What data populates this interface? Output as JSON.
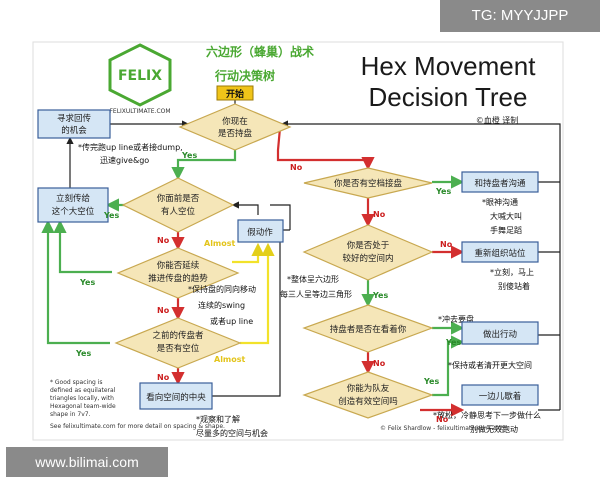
{
  "overlay": {
    "tg": "TG: MYYJJPP",
    "watermark": "www.bilimai.com"
  },
  "header": {
    "logo_text": "FELIX",
    "logo_url": "FELIXULTIMATE.COM",
    "cn_title_1": "六边形（蜂巢）战术",
    "cn_title_2": "行动决策树",
    "title_1": "Hex Movement",
    "title_2": "Decision Tree",
    "translator": "©血橙 译制"
  },
  "nodes": {
    "start": "开始",
    "d1_l1": "你现在",
    "d1_l2": "是否持盘",
    "d2_l1": "你面前是否",
    "d2_l2": "有人空位",
    "d3_l1": "你能否延续",
    "d3_l2": "推进传盘的趋势",
    "d4_l1": "之前的传盘者",
    "d4_l2": "是否有空位",
    "d5": "你是否有空档接盘",
    "d6_l1": "你是否处于",
    "d6_l2": "较好的空间内",
    "d7": "持盘者是否在看着你",
    "d8_l1": "你能为队友",
    "d8_l2": "创造有效空间吗",
    "b_find_l1": "寻求回传",
    "b_find_l2": "的机会",
    "b_throw_l1": "立刻传给",
    "b_throw_l2": "这个大空位",
    "b_fake": "假动作",
    "b_look": "看向空间的中央",
    "b_comm": "和持盘者沟通",
    "b_reset": "重新组织站位",
    "b_cut": "做出行动",
    "b_aside": "一边儿歇着"
  },
  "labels": {
    "yes": "Yes",
    "no": "No",
    "almost": "Almost"
  },
  "notes": {
    "n1_l1": "*传完跑up line或者接dump,",
    "n1_l2": "迅速give&go",
    "n2_l1": "*保持盘的同向移动",
    "n2_l2": "连续的swing",
    "n2_l3": "或者up line",
    "n3_l1": "*观察和了解",
    "n3_l2": "尽量多的空间与机会",
    "n4_l1": "*整体呈六边形",
    "n4_l2": "每三人呈等边三角形",
    "n5_l1": "*眼神沟通",
    "n5_l2": "大喊大叫",
    "n5_l3": "手舞足蹈",
    "n6_l1": "*立刻，马上",
    "n6_l2": "别傻站着",
    "n7": "*冲去要盘",
    "n8": "*保持或者清开更大空间",
    "n9_l1": "*放松，冷静思考下一步做什么",
    "n9_l2": "别做无效跑动"
  },
  "footnote": {
    "l1": "* Good spacing is",
    "l2": "defined as equilateral",
    "l3": "triangles locally, with",
    "l4": "Hexagonal team-wide",
    "l5": "shape in 7v7.",
    "l6": "See felixultimate.com for more detail on spacing & shape."
  },
  "credit": "© Felix Shardlow - felixultimate.com 2020"
}
